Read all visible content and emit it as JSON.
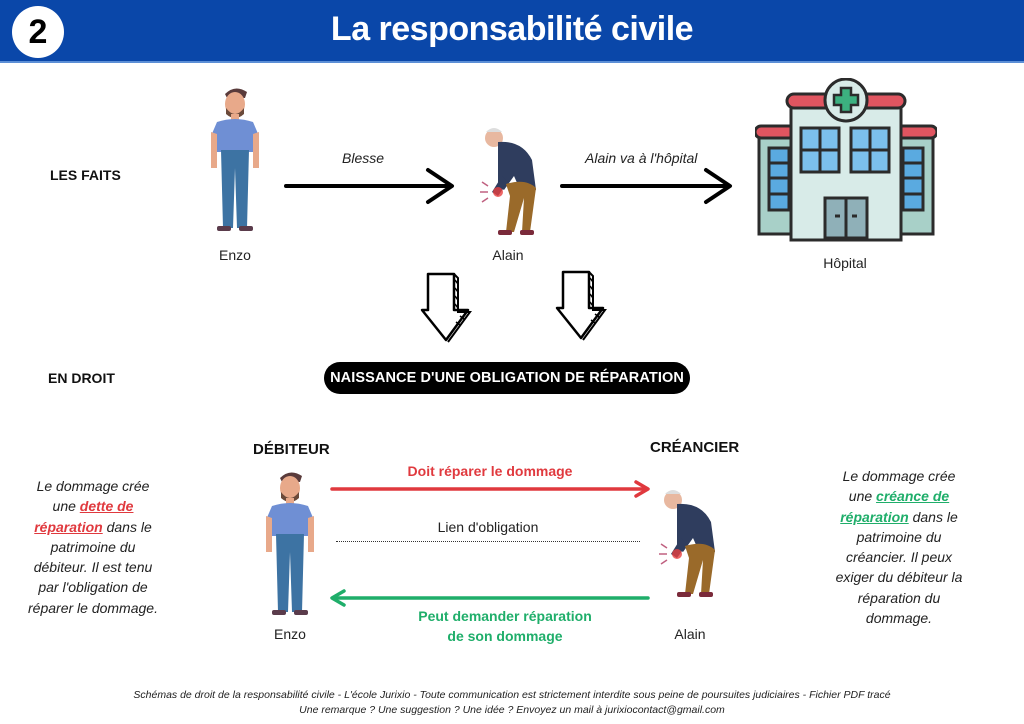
{
  "header": {
    "number": "2",
    "title": "La responsabilité civile",
    "background_color": "#0a47a9"
  },
  "facts": {
    "section_label": "LES FAITS",
    "actor_1": "Enzo",
    "action_1": "Blesse",
    "actor_2": "Alain",
    "action_2": "Alain va à l'hôpital",
    "place": "Hôpital"
  },
  "law": {
    "section_label": "EN DROIT",
    "obligation_pill": "NAISSANCE D'UNE OBLIGATION DE RÉPARATION",
    "debtor_label": "DÉBITEUR",
    "creditor_label": "CRÉANCIER",
    "debtor_name": "Enzo",
    "creditor_name": "Alain",
    "arrow_top_label": "Doit réparer le dommage",
    "link_label": "Lien d'obligation",
    "arrow_bottom_label_1": "Peut demander réparation",
    "arrow_bottom_label_2": "de son dommage",
    "colors": {
      "debt": "#e0393e",
      "claim": "#1fae6a"
    }
  },
  "left_note": {
    "line_1": "Le dommage crée",
    "line_2_pre": "une ",
    "highlight_a": "dette de",
    "highlight_b": "réparation",
    "line_3_post": " dans le",
    "line_4": "patrimoine du",
    "line_5": "débiteur. Il est tenu",
    "line_6": "par l'obligation de",
    "line_7": "réparer le dommage."
  },
  "right_note": {
    "line_1": "Le dommage crée",
    "line_2_pre": "une ",
    "highlight_a": "créance de",
    "highlight_b": "réparation",
    "line_3_post": " dans le",
    "line_4": "patrimoine du",
    "line_5": "créancier. Il peux",
    "line_6": "exiger du débiteur la",
    "line_7": "réparation du",
    "line_8": "dommage."
  },
  "footer": {
    "line_1": "Schémas de droit de la responsabilité civile - L'école Jurixio - Toute communication est strictement interdite sous peine de poursuites judiciaires - Fichier PDF tracé",
    "line_2": "Une remarque ? Une suggestion ? Une idée ? Envoyez un mail à jurixiocontact@gmail.com"
  }
}
